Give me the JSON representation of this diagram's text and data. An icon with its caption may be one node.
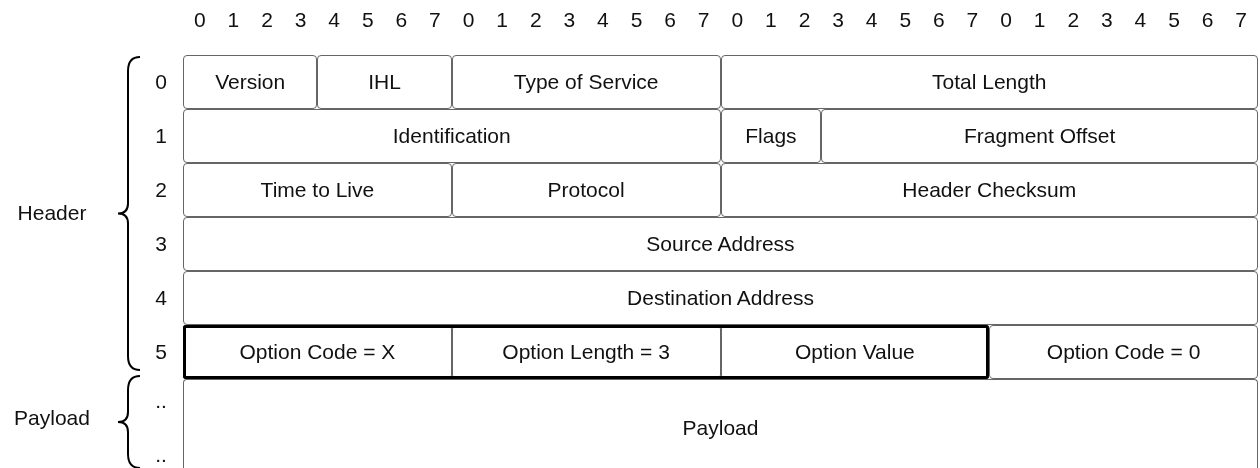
{
  "diagram": {
    "nodes": [
      {
        "text": [
          "Version"
        ]
      },
      {
        "text": [
          "IHL"
        ]
      },
      {
        "text": [
          "Type of Service"
        ]
      },
      {
        "text": [
          "Total Length"
        ]
      },
      {
        "text": [
          "Identification"
        ]
      },
      {
        "text": [
          "Flags"
        ]
      },
      {
        "text": [
          "Fragment Offset"
        ]
      },
      {
        "text": [
          "Time to Live"
        ]
      },
      {
        "text": [
          "Protocol"
        ]
      },
      {
        "text": [
          "Header Checksum"
        ]
      },
      {
        "text": [
          "Source Address"
        ]
      },
      {
        "text": [
          "Destination Address"
        ]
      },
      {
        "text": [],
        "shape": "box"
      },
      {
        "text": [
          "Option Code = X"
        ],
        "in": 12
      },
      {
        "text": [
          "Option Length = 3"
        ],
        "in": 12
      },
      {
        "text": [
          "Option Value"
        ],
        "in": 12
      },
      {
        "text": [
          "Option Code = 0"
        ]
      },
      {
        "text": [
          "Payload"
        ]
      }
    ],
    "edges": [],
    "labels": [
      "0",
      "1",
      "2",
      "3",
      "4",
      "5",
      "6",
      "7",
      "0",
      "1",
      "2",
      "3",
      "4",
      "5",
      "6",
      "7",
      "0",
      "1",
      "2",
      "3",
      "4",
      "5",
      "6",
      "7",
      "0",
      "1",
      "2",
      "3",
      "4",
      "5",
      "6",
      "7",
      "0",
      "1",
      "2",
      "3",
      "4",
      "5",
      "..",
      "..",
      "Header",
      "Payload"
    ]
  }
}
